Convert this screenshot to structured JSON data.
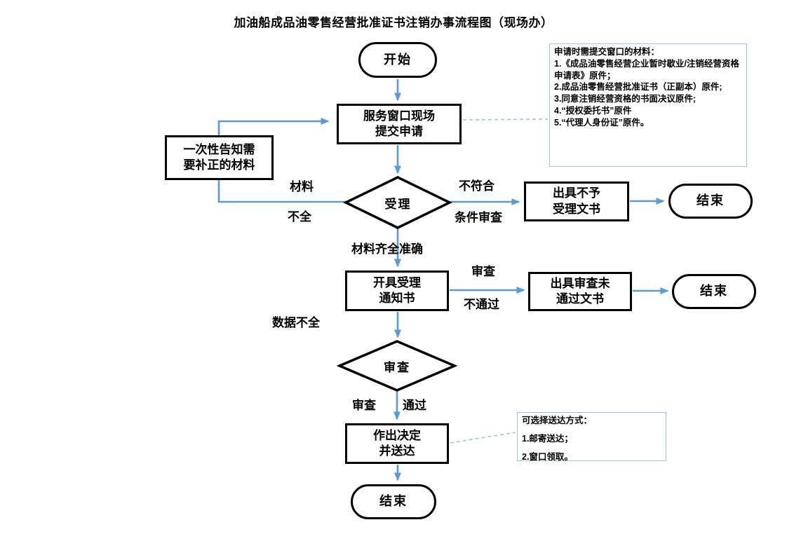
{
  "title": {
    "part1": "加油船成品油零售经营批准证书注销",
    "part2": "办事流程图（现场办）"
  },
  "colors": {
    "arrow": "#5B9BD5",
    "dash": "#9DC3E6",
    "note_border": "#9DC3E6",
    "node_border": "#000000"
  },
  "nodes": {
    "start": {
      "label": "开始"
    },
    "submit": {
      "label": "服务窗口现场\n提交申请"
    },
    "notify": {
      "label": "一次性告知需\n要补正的材料"
    },
    "accept": {
      "label": "受理"
    },
    "reject_doc": {
      "label": "出具不予\n受理文书"
    },
    "end1": {
      "label": "结束"
    },
    "notice": {
      "label": "开具受理\n通知书"
    },
    "review_fail_doc": {
      "label": "出具审查未\n通过文书"
    },
    "end2": {
      "label": "结束"
    },
    "review": {
      "label": "审查"
    },
    "decide": {
      "label": "作出决定\n并送达"
    },
    "end3": {
      "label": "结束"
    }
  },
  "edge_labels": {
    "materials": "材料",
    "incomplete": "不全",
    "not_meet": "不符合",
    "condition_review": "条件审查",
    "complete_accurate": "材料齐全准确",
    "review_pre": "审查",
    "not_pass": "不通过",
    "data_incomplete": "数据不全",
    "review_post": "审查",
    "pass": "通过"
  },
  "note_materials": {
    "title": "申请时需提交窗口的材料：",
    "items": [
      "1.《成品油零售经营企业暂时歇业/注销经营资格申请表》原件；",
      "2.成品油零售经营批准证书（正副本）原件;",
      "3.同意注销经营资格的书面决议原件;",
      "4.“授权委托书”原件",
      "5.“代理人身份证”原件。"
    ]
  },
  "note_delivery": {
    "title": "可选择送达方式：",
    "items": [
      "1.邮寄送达；",
      "2.窗口领取。"
    ]
  }
}
